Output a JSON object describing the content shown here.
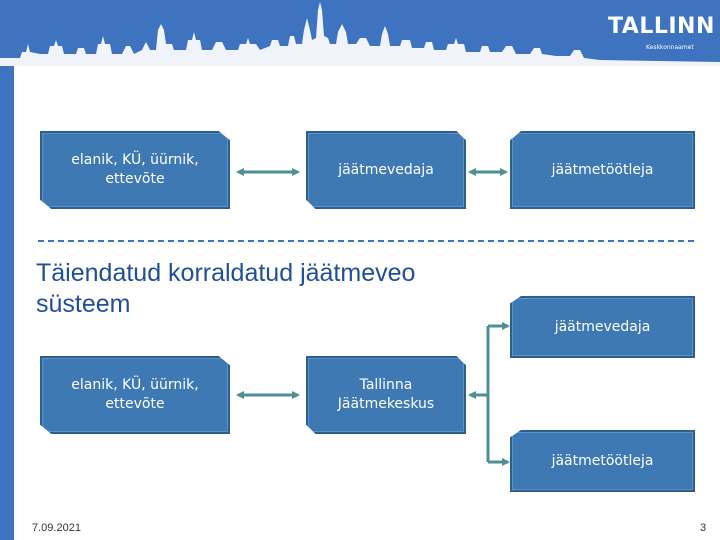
{
  "header": {
    "logo_word": "TALLINN",
    "logo_subtitle": "Keskkonnaamet"
  },
  "top_flow": {
    "box1": "elanik, KÜ, üürnik,\nettevõte",
    "box2": "jäätmevedaja",
    "box3": "jäätmetöötleja"
  },
  "section_title": "Täiendatud korraldatud jäätmeveo süsteem",
  "bottom_flow": {
    "box_left": "elanik, KÜ, üürnik,\nettevõte",
    "box_center": "Tallinna\nJäätmekeskus",
    "box_top_right": "jäätmevedaja",
    "box_bottom_right": "jäätmetöötleja"
  },
  "footer": {
    "date": "7.09.2021",
    "page_number": "3"
  },
  "colors": {
    "brand_blue": "#3d73bf",
    "box_fill": "#3f79b4",
    "arrow": "#4e8f95",
    "title": "#1f4f96"
  }
}
